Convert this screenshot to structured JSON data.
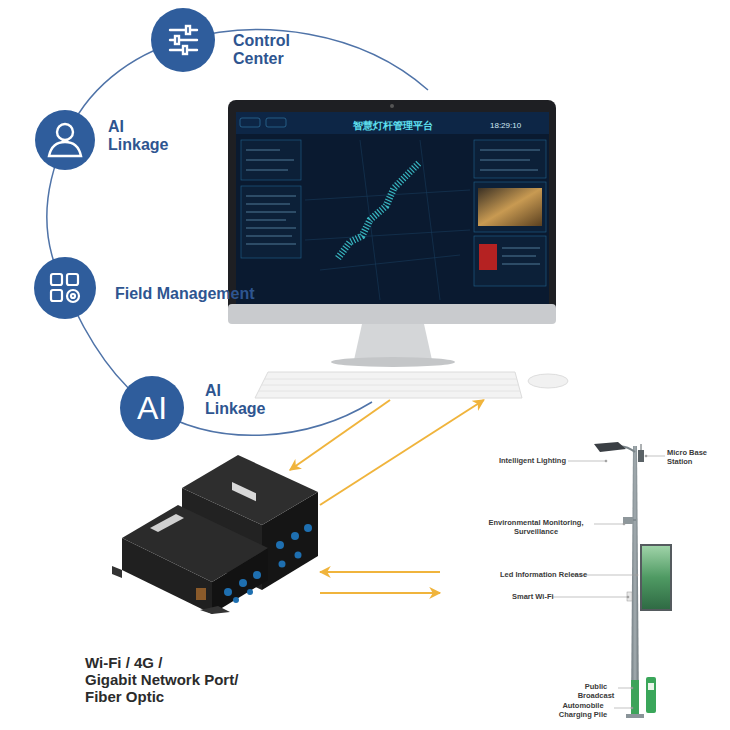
{
  "diagram": {
    "nodes": [
      {
        "text": [
          "Control Center"
        ]
      },
      {
        "text": [
          "AI Linkage"
        ]
      },
      {
        "text": [
          "Field Management"
        ]
      },
      {
        "text": [
          "AI",
          "AI Linkage"
        ]
      },
      {
        "text": [
          "智慧灯杆管理平台",
          "18:29:10"
        ]
      },
      {
        "text": [
          "Wi-Fi / 4G / Gigabit Network Port/ Fiber Optic"
        ]
      },
      {
        "text": [
          "Intelligent Lighting",
          "Micro Base Station",
          "Environmental Monitoring, Surveillance",
          "Led Information Release",
          "Smart Wi-Fi",
          "Public Broadcast",
          "Automobile Charging Pile"
        ]
      }
    ],
    "edges": [
      {
        "from": 4,
        "to": 5,
        "arrow": "to"
      },
      {
        "from": 5,
        "to": 4,
        "arrow": "to"
      },
      {
        "from": 6,
        "to": 5,
        "arrow": "to"
      },
      {
        "from": 5,
        "to": 6,
        "arrow": "to"
      }
    ]
  }
}
